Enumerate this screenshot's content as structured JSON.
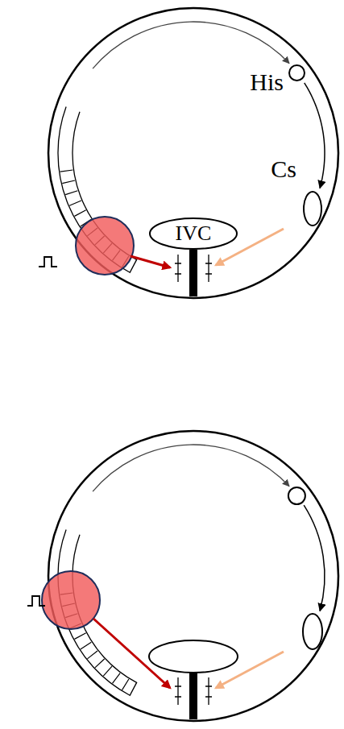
{
  "diagram": {
    "nodes": [
      {
        "text": [
          "His"
        ]
      },
      {
        "text": [
          "Cs"
        ]
      },
      {
        "text": [
          "IVC"
        ]
      }
    ],
    "edges": [
      {
        "from": 0,
        "to": 1,
        "arrow": "to"
      }
    ]
  }
}
